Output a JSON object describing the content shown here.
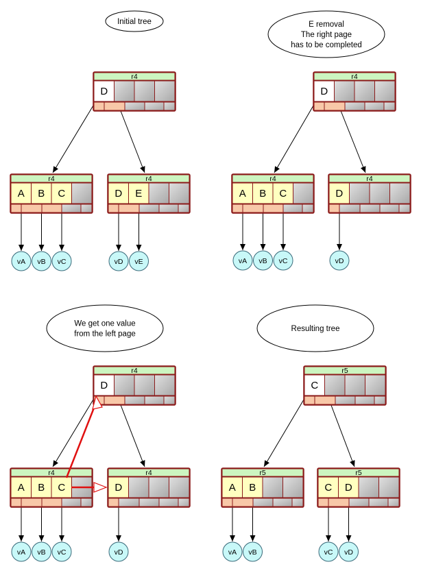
{
  "panels": [
    {
      "caption": [
        "Initial tree"
      ],
      "root": {
        "revision": "r4",
        "keys": [
          "D"
        ]
      },
      "children": [
        {
          "revision": "r4",
          "keys": [
            "A",
            "B",
            "C"
          ],
          "values": [
            "vA",
            "vB",
            "vC"
          ]
        },
        {
          "revision": "r4",
          "keys": [
            "D",
            "E"
          ],
          "values": [
            "vD",
            "vE"
          ]
        }
      ]
    },
    {
      "caption": [
        "E removal",
        "The right page",
        "has to be completed"
      ],
      "root": {
        "revision": "r4",
        "keys": [
          "D"
        ]
      },
      "children": [
        {
          "revision": "r4",
          "keys": [
            "A",
            "B",
            "C"
          ],
          "values": [
            "vA",
            "vB",
            "vC"
          ]
        },
        {
          "revision": "r4",
          "keys": [
            "D"
          ],
          "values": [
            "vD"
          ]
        }
      ]
    },
    {
      "caption": [
        "We get one value",
        "from the left page"
      ],
      "root": {
        "revision": "r4",
        "keys": [
          "D"
        ]
      },
      "children": [
        {
          "revision": "r4",
          "keys": [
            "A",
            "B",
            "C"
          ],
          "values": [
            "vA",
            "vB",
            "vC"
          ]
        },
        {
          "revision": "r4",
          "keys": [
            "D"
          ],
          "values": [
            "vD"
          ]
        }
      ]
    },
    {
      "caption": [
        "Resulting tree"
      ],
      "root": {
        "revision": "r5",
        "keys": [
          "C"
        ]
      },
      "children": [
        {
          "revision": "r5",
          "keys": [
            "A",
            "B"
          ],
          "values": [
            "vA",
            "vB"
          ]
        },
        {
          "revision": "r5",
          "keys": [
            "C",
            "D"
          ],
          "values": [
            "vC",
            "vD"
          ]
        }
      ]
    }
  ],
  "colors": {
    "node_border": "#8b1a1a",
    "header_fill": "#ccf5c0",
    "key_fill": "#ffffc0",
    "root_key_fill": "#ffffff",
    "empty_fill": "#c0c0c0",
    "pointer_fill": "#f8c8a8",
    "leaf_fill": "#c8f8f8",
    "leaf_border": "#3a6a7a",
    "highlight": "#e01010"
  }
}
